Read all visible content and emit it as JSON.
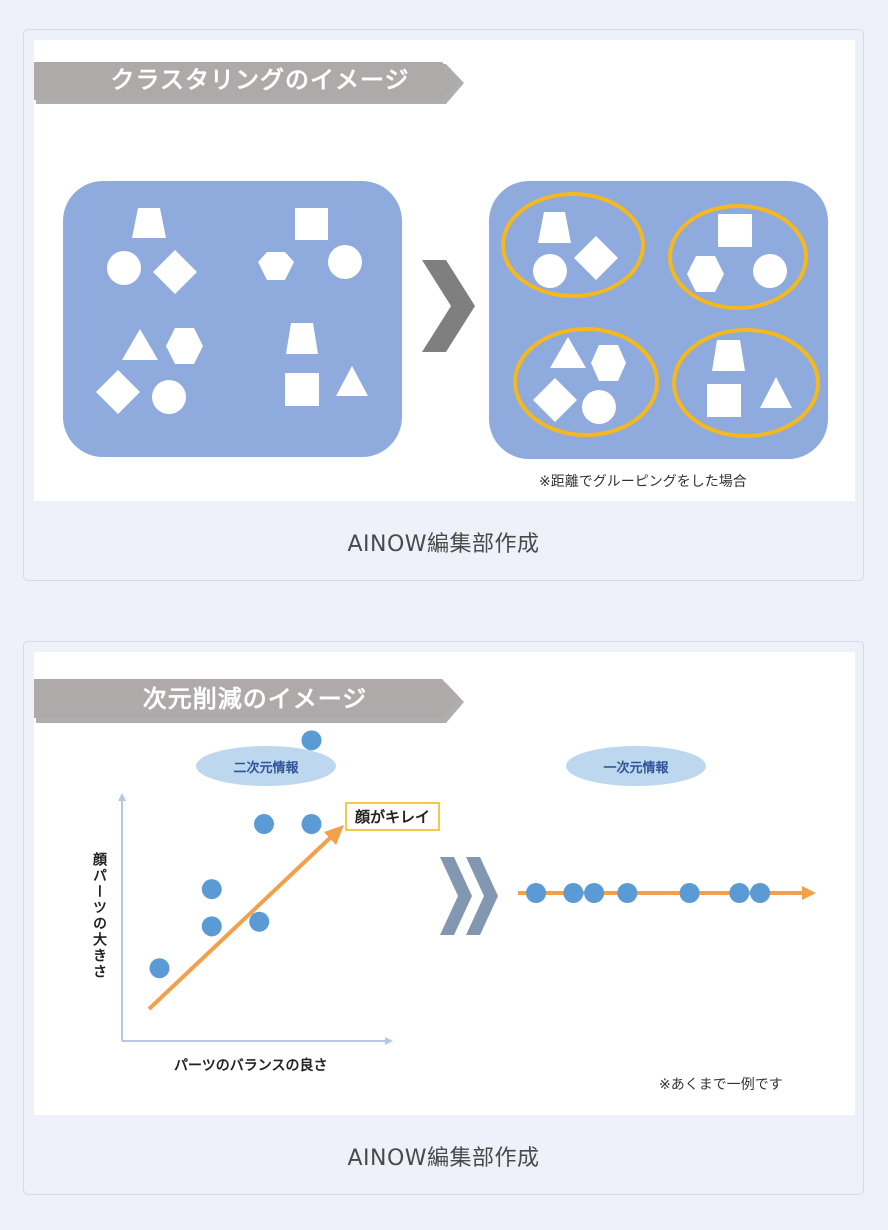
{
  "clustering": {
    "title": "クラスタリングのイメージ",
    "note": "※距離でグルーピングをした場合",
    "caption": "AINOW編集部作成"
  },
  "dimred": {
    "title": "次元削減のイメージ",
    "pill_2d": "二次元情報",
    "pill_1d": "一次元情報",
    "callout": "顔がキレイ",
    "ylabel": "顔パーツの大きさ",
    "xlabel": "パーツのバランスの良さ",
    "note": "※あくまで一例です",
    "caption": "AINOW編集部作成",
    "scatter": [
      {
        "x": 1.0,
        "y": 1.2
      },
      {
        "x": 2.1,
        "y": 2.1
      },
      {
        "x": 2.1,
        "y": 2.9
      },
      {
        "x": 3.1,
        "y": 2.2
      },
      {
        "x": 3.2,
        "y": 4.3
      },
      {
        "x": 4.2,
        "y": 4.3
      },
      {
        "x": 4.2,
        "y": 6.1
      }
    ],
    "line_points": [
      0.0,
      0.9,
      1.4,
      2.2,
      3.7,
      4.9,
      5.4
    ]
  },
  "colors": {
    "panel": "#8faadc",
    "shape": "#ffffff",
    "ring": "#f5b91e",
    "banner": "#aeaaaa",
    "arrow": "#7f7f7f",
    "dot": "#5b9bd5",
    "trend": "#f4a04a",
    "pill": "#bdd7ee",
    "chevron": "#8497b0"
  }
}
